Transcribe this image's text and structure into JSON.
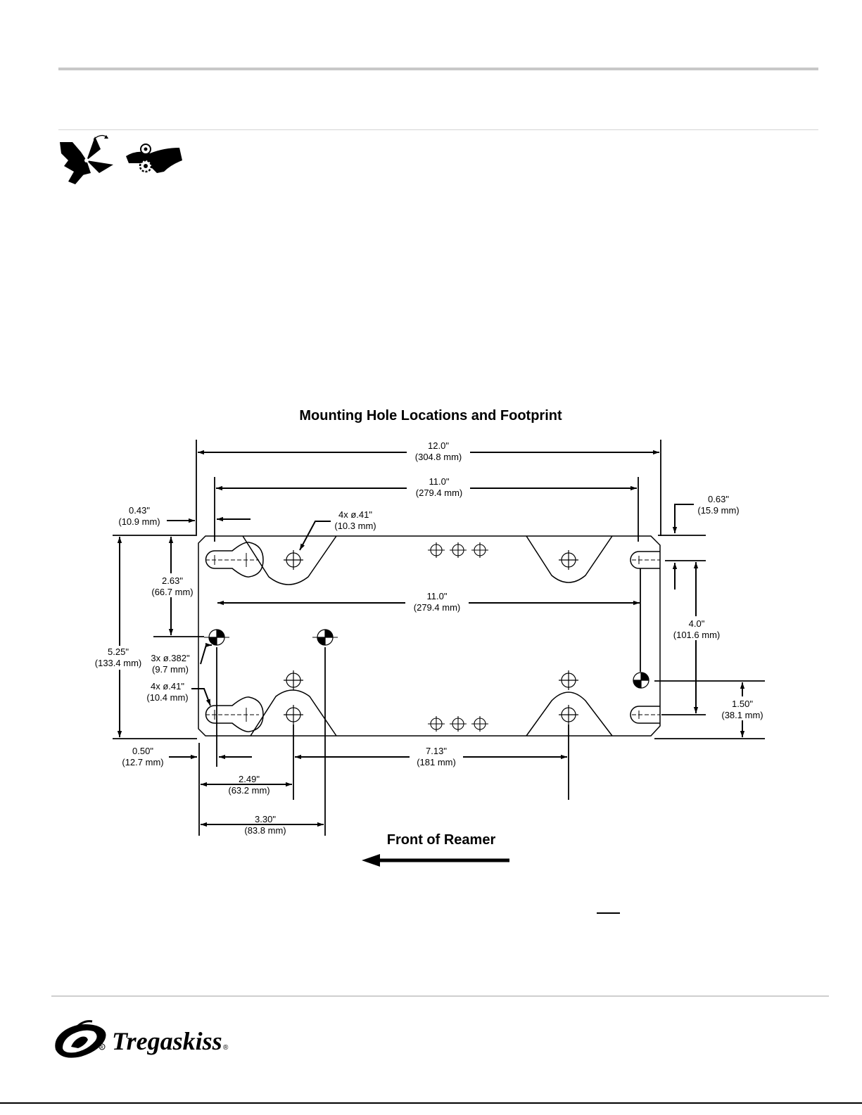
{
  "diagram": {
    "title": "Mounting Hole Locations and Footprint",
    "front_label": "Front of Reamer",
    "dims": {
      "d12_in": "12.0\"",
      "d12_mm": "(304.8 mm)",
      "d11a_in": "11.0\"",
      "d11a_mm": "(279.4 mm)",
      "d11b_in": "11.0\"",
      "d11b_mm": "(279.4 mm)",
      "d043_in": "0.43\"",
      "d043_mm": "(10.9 mm)",
      "d063_in": "0.63\"",
      "d063_mm": "(15.9 mm)",
      "hole41_in": "4x ø.41\"",
      "hole41_mm": "(10.3 mm)",
      "d263_in": "2.63\"",
      "d263_mm": "(66.7 mm)",
      "d525_in": "5.25\"",
      "d525_mm": "(133.4 mm)",
      "hole382_in": "3x ø.382\"",
      "hole382_mm": "(9.7 mm)",
      "hole41b_in": "4x ø.41\"",
      "hole41b_mm": "(10.4 mm)",
      "d40_in": "4.0\"",
      "d40_mm": "(101.6 mm)",
      "d150_in": "1.50\"",
      "d150_mm": "(38.1 mm)",
      "d050_in": "0.50\"",
      "d050_mm": "(12.7 mm)",
      "d713_in": "7.13\"",
      "d713_mm": "(181 mm)",
      "d249_in": "2.49\"",
      "d249_mm": "(63.2 mm)",
      "d330_in": "3.30\"",
      "d330_mm": "(83.8 mm)"
    }
  },
  "footer": {
    "brand": "Tregaskiss",
    "registered_mark": "®"
  }
}
